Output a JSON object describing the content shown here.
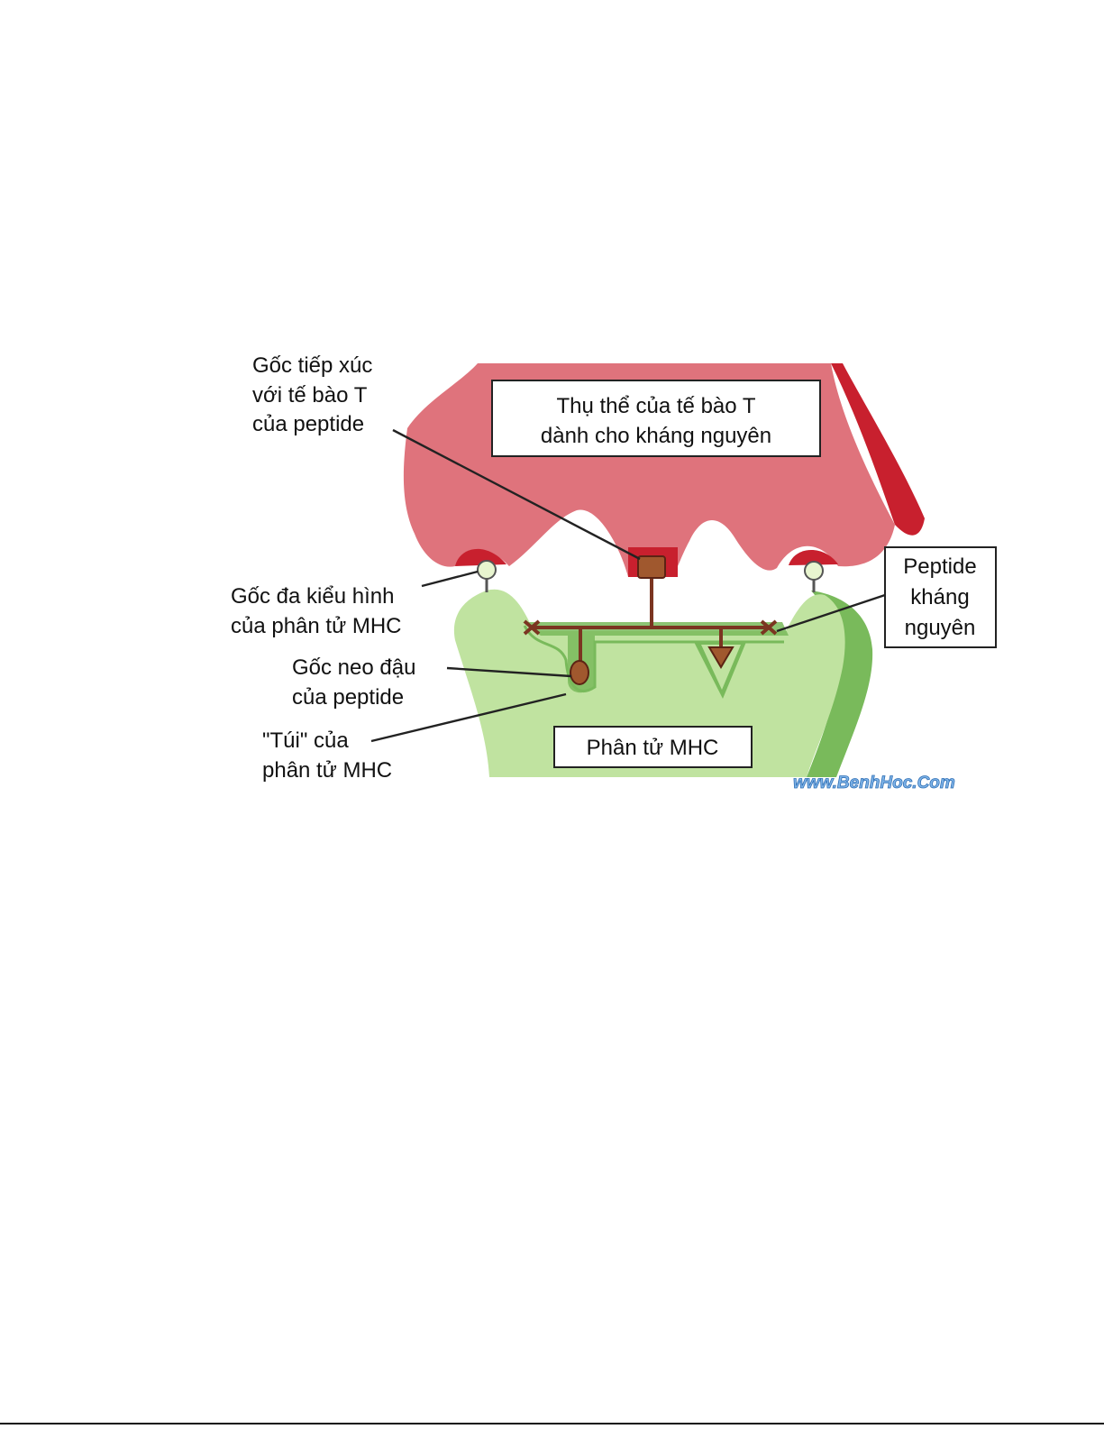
{
  "receptor_box": {
    "line1": "Thụ thể của tế bào T",
    "line2": "dành cho kháng nguyên"
  },
  "mhc_box": {
    "label": "Phân tử MHC"
  },
  "peptide_box": {
    "line1": "Peptide",
    "line2": "kháng",
    "line3": "nguyên"
  },
  "contact_residue": {
    "line1": "Gốc tiếp xúc",
    "line2": "với tế bào T",
    "line3": "của peptide"
  },
  "polymorphic_residue": {
    "line1": "Gốc đa kiểu hình",
    "line2": "của phân tử MHC"
  },
  "anchor_residue": {
    "line1": "Gốc neo đậu",
    "line2": "của peptide"
  },
  "pocket": {
    "line1": "\"Túi\" của",
    "line2": "phân tử MHC"
  },
  "watermark": "www.BenhHoc.Com",
  "colors": {
    "tcr_fill": "#df737c",
    "tcr_dark": "#c8202e",
    "mhc_fill": "#c0e3a0",
    "mhc_dark": "#79ba5b",
    "peptide": "#7b3521"
  }
}
